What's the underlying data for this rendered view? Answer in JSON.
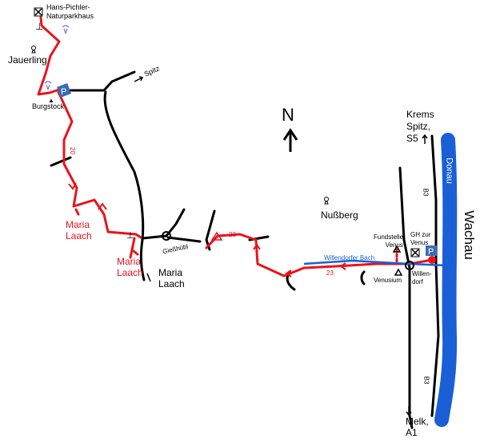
{
  "colors": {
    "route": "#e8141c",
    "road": "#000000",
    "river": "#1a5fd6",
    "parking": "#3a6db0"
  },
  "labels": {
    "hut": "Hans-Pichler-\nNaturparkhaus",
    "jauerling": "Jauerling",
    "burgstock": "Burgstock",
    "spitz": "Spitz",
    "route20": "20",
    "maria_laach_red1": "Maria\nLaach",
    "maria_laach_red2": "Maria\nLaach",
    "maria_laach": "Maria\nLaach",
    "giesshuebl": "Gießhübl",
    "route23a": "23",
    "route23b": "23",
    "north": "N",
    "nussberg": "Nußberg",
    "krems": "Krems\nSpitz,\nS5",
    "donau": "Donau",
    "b3a": "B3",
    "b3b": "B3",
    "wachau": "Wachau",
    "fundstelle": "Fundstelle\nVenus",
    "gh": "GH zur\nVenus",
    "parking": "P",
    "bach": "Willendorfer Bach",
    "venusium": "Venusium",
    "willendorf": "Willen-\ndorf",
    "melk": "Melk,\nA1"
  }
}
